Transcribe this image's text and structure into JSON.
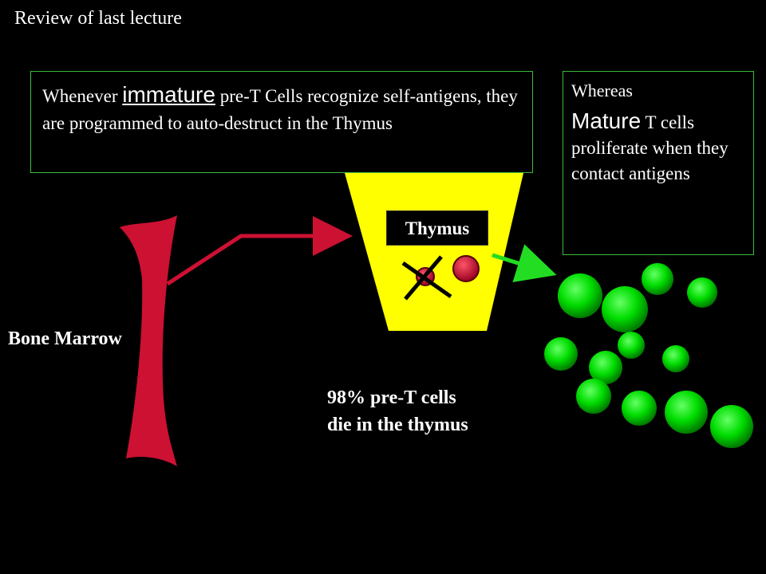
{
  "slide": {
    "title": "Review of last lecture"
  },
  "left_box": {
    "text_before": "Whenever ",
    "emphasis": "immature",
    "text_after": " pre-T Cells recognize self-antigens, they are programmed to auto-destruct in the Thymus"
  },
  "right_box": {
    "intro": "Whereas",
    "emphasis": "Mature",
    "text": " T cells proliferate when they contact antigens"
  },
  "labels": {
    "thymus": "Thymus",
    "bone_marrow": "Bone Marrow",
    "death_note_line1": "98% pre-T cells",
    "death_note_line2": "die in the thymus"
  },
  "colors": {
    "background": "#000000",
    "bone": "#cc1133",
    "thymus": "#ffff00",
    "arrow_red": "#cc1133",
    "arrow_green": "#22dd22",
    "box_border": "#3dbb3d",
    "cell_green": "#00dd00"
  }
}
